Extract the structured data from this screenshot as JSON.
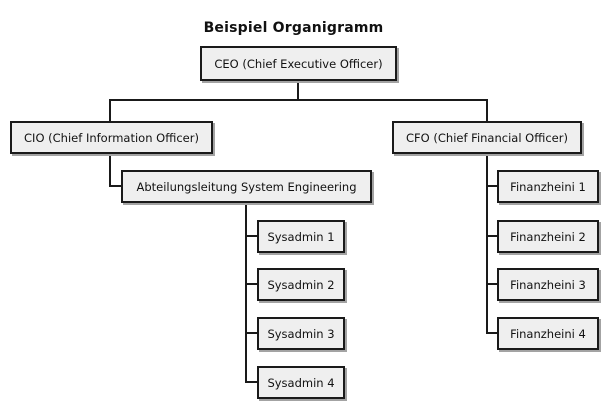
{
  "title": "Beispiel Organigramm",
  "colors": {
    "background": "#ffffff",
    "node_fill": "#efefef",
    "node_border": "#1a1a1a",
    "line_color": "#1a1a1a",
    "shadow_color": "#a3a3a3",
    "text_color": "#111111"
  },
  "tree": {
    "label": "CEO (Chief Executive Officer)",
    "children": [
      {
        "label": "CIO (Chief Information Officer)",
        "children": [
          {
            "label": "Abteilungsleitung System Engineering",
            "children": [
              {
                "label": "Sysadmin 1"
              },
              {
                "label": "Sysadmin 2"
              },
              {
                "label": "Sysadmin 3"
              },
              {
                "label": "Sysadmin 4"
              }
            ]
          }
        ]
      },
      {
        "label": "CFO (Chief Financial Officer)",
        "children": [
          {
            "label": "Finanzheini 1"
          },
          {
            "label": "Finanzheini 2"
          },
          {
            "label": "Finanzheini 3"
          },
          {
            "label": "Finanzheini 4"
          }
        ]
      }
    ]
  }
}
